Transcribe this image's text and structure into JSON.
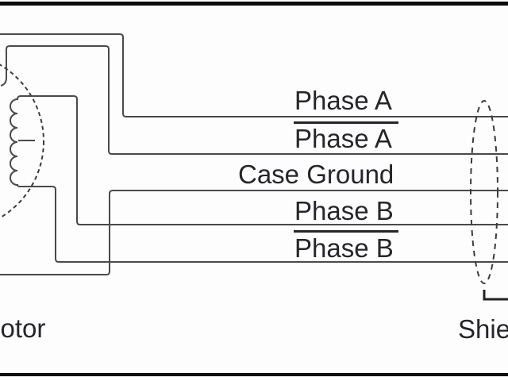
{
  "labels": {
    "phase_a": "Phase A",
    "phase_a_inverted": "Phase A",
    "case_ground": "Case Ground",
    "phase_b": "Phase B",
    "phase_b_inverted": "Phase B",
    "motor": "Motor",
    "shield": "Shield"
  },
  "colors": {
    "wire": "#4a4a4a",
    "dashed_outline": "#3c3c3c",
    "bracket": "#222222",
    "text": "#26262a",
    "border": "#0b0b0b"
  }
}
